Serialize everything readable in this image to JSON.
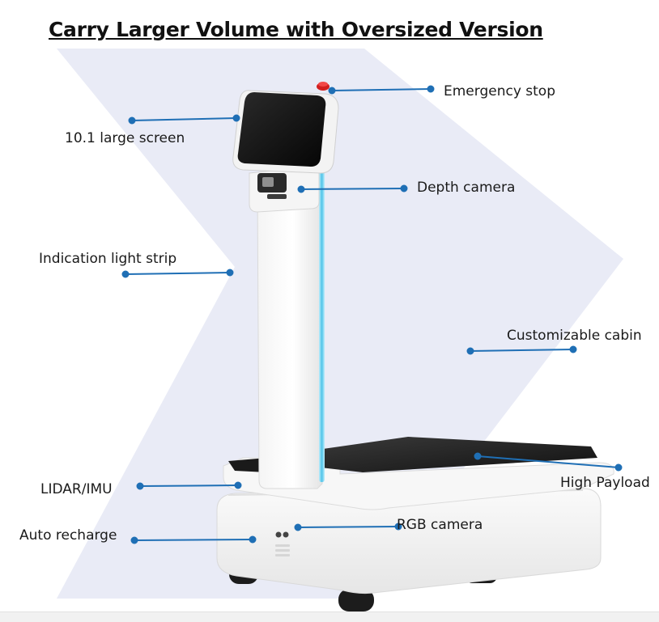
{
  "title": "Carry Larger Volume with Oversized Version",
  "labels": {
    "emergency_stop": "Emergency stop",
    "screen": "10.1 large screen",
    "depth_camera": "Depth camera",
    "light_strip": "Indication light strip",
    "cabin": "Customizable cabin",
    "lidar": "LIDAR/IMU",
    "payload": "High Payload",
    "recharge": "Auto recharge",
    "rgb_camera": "RGB camera"
  },
  "colors": {
    "callout": "#1f6fb5",
    "chevron": "#e9ebf6",
    "light_strip": "#4fc3e8",
    "emergency_button": "#d21f1f"
  }
}
